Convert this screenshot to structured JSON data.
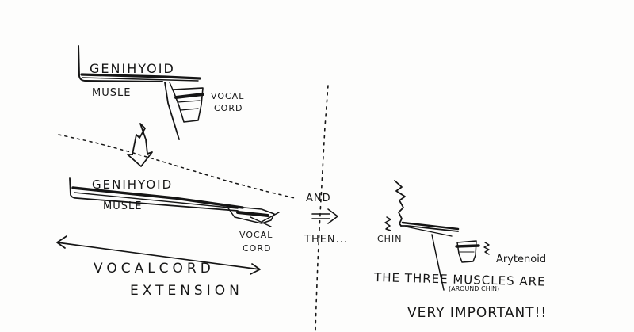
{
  "diagram": {
    "top_left": {
      "muscle_name": "GENIHYOID",
      "muscle_word": "MUSLE",
      "vocal_label_1": "VOCAL",
      "vocal_label_2": "CORD"
    },
    "bottom_left": {
      "muscle_name": "GENIHYOID",
      "muscle_word": "MUSLE",
      "vocal_label_1": "VOCAL",
      "vocal_label_2": "CORD",
      "extension_line_1": "VOCALCORD",
      "extension_line_2": "EXTENSION"
    },
    "connector": {
      "word_and": "AND",
      "word_then": "THEN..."
    },
    "right": {
      "chin_label": "CHIN",
      "arytenoid_label": "Arytenoid",
      "note_main": "THE THREE MUSCLES ARE",
      "note_sub": "(AROUND CHIN)",
      "note_emphasis": "VERY IMPORTANT!!"
    }
  },
  "colors": {
    "ink": "#151515",
    "paper": "#fdfdfc"
  }
}
